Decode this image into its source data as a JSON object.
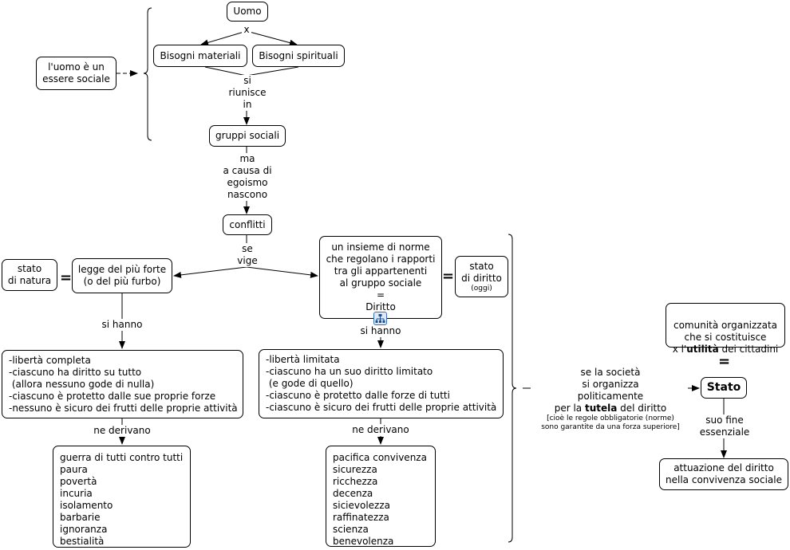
{
  "nodes": {
    "uomo": "Uomo",
    "bisogni_materiali": "Bisogni materiali",
    "bisogni_spirituali": "Bisogni spirituali",
    "uomo_sociale": "l'uomo è un\nessere sociale",
    "gruppi_sociali": "gruppi sociali",
    "conflitti": "conflitti",
    "stato_natura": "stato\ndi natura",
    "legge_forte": "legge del più forte\n(o del più furbo)",
    "diritto_def": "un insieme di norme\nche regolano i rapporti\ntra gli appartenenti\nal gruppo sociale\n=\nDiritto",
    "stato_diritto_title": "stato\ndi diritto",
    "stato_diritto_sub": "(oggi)",
    "natura_conseguenze": "-libertà completa\n-ciascuno ha diritto su tutto\n (allora nessuno gode di nulla)\n-ciascuno è protetto dalle sue proprie forze\n-nessuno è sicuro dei frutti delle proprie attività",
    "diritto_conseguenze": "-libertà limitata\n-ciascuno ha un suo diritto limitato\n (e gode di quello)\n-ciascuno è protetto dalle forze di tutti\n-ciascuno è sicuro dei frutti delle proprie attività",
    "mali": "guerra di tutti contro tutti\npaura\npovertà\nincuria\nisolamento\nbarbarie\nignoranza\nbestialità",
    "beni": "pacifica convivenza\nsicurezza\nricchezza\ndecenza\nsicievolezza\nraffinatezza\nscienza\nbenevolenza",
    "comunita_1": "comunità organizzata\nche si costituisce\nx l'",
    "comunita_bold": "utilità",
    "comunita_2": " dei cittadini",
    "stato": "Stato",
    "attuazione": "attuazione del diritto\nnella convivenza sociale"
  },
  "links": {
    "x": "x",
    "si_riunisce": "si\nriunisce\nin",
    "ma_egoismo": "ma\na causa di\negoismo\nnascono",
    "se_vige": "se\nvige",
    "si_hanno_1": "si hanno",
    "si_hanno_2": "si hanno",
    "ne_derivano_1": "ne derivano",
    "ne_derivano_2": "ne derivano",
    "societa_1": "se la società\nsi organizza\npoliticamente\nper la ",
    "societa_bold": "tutela",
    "societa_2": " del diritto",
    "societa_note": "[cioè le regole obbligatorie (norme)\nsono garantite da una forza superiore]",
    "suo_fine": "suo fine\nessenziale"
  },
  "symbols": {
    "equals": "="
  }
}
